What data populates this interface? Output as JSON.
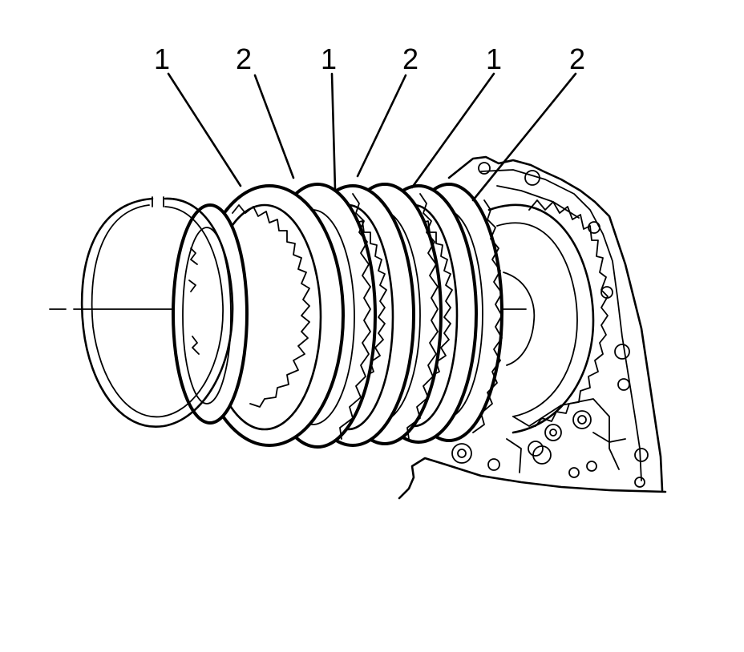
{
  "callouts": [
    {
      "label": "1"
    },
    {
      "label": "2"
    },
    {
      "label": "1"
    },
    {
      "label": "2"
    },
    {
      "label": "1"
    },
    {
      "label": "2"
    }
  ]
}
